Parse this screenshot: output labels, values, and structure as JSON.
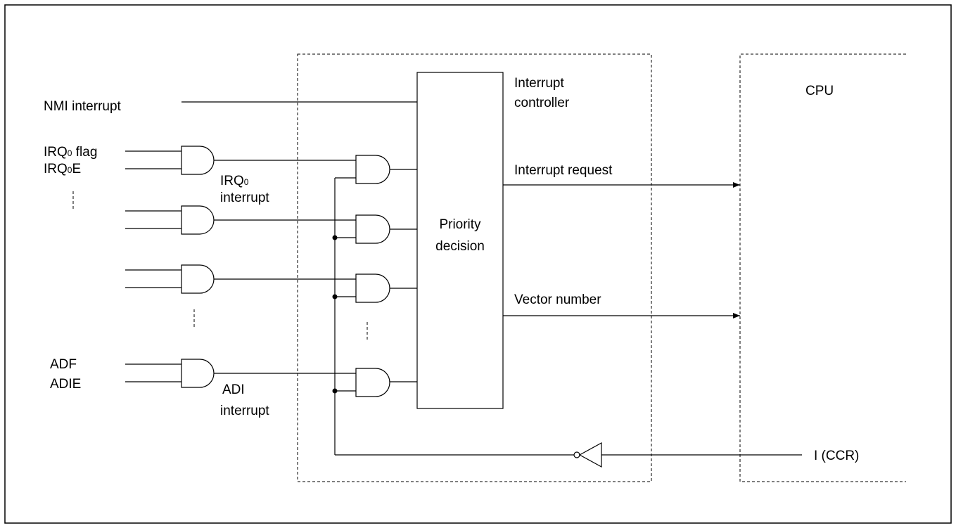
{
  "labels": {
    "nmi_interrupt": "NMI interrupt",
    "irq0_flag_prefix": "IRQ",
    "irq0_flag_sub": "0",
    "irq0_flag_suffix": " flag",
    "irq0e_prefix": "IRQ",
    "irq0e_sub": "0",
    "irq0e_suffix": "E",
    "irq0_interrupt_prefix": "IRQ",
    "irq0_interrupt_sub": "0",
    "irq0_interrupt_line2": "interrupt",
    "adf": "ADF",
    "adie": "ADIE",
    "adi_interrupt_line1": "ADI",
    "adi_interrupt_line2": "interrupt",
    "interrupt_controller_line1": "Interrupt",
    "interrupt_controller_line2": "controller",
    "priority_decision_line1": "Priority",
    "priority_decision_line2": "decision",
    "interrupt_request": "Interrupt request",
    "vector_number": "Vector number",
    "cpu": "CPU",
    "i_ccr": "I (CCR)"
  }
}
